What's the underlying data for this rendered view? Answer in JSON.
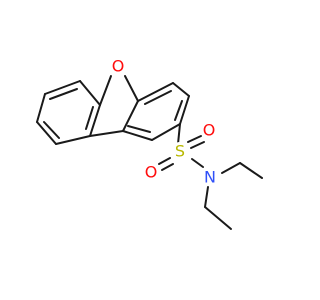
{
  "molecule": {
    "colors": {
      "bond": "#1a1a1a",
      "oxygen": "#ff0d0d",
      "sulfur": "#b8b800",
      "nitrogen": "#3050f8"
    },
    "atoms": {
      "furan_oxygen": "O",
      "sulfonyl_sulfur": "S",
      "sulfonyl_oxygen_top": "O",
      "sulfonyl_oxygen_bottom": "O",
      "amide_nitrogen": "N"
    }
  }
}
